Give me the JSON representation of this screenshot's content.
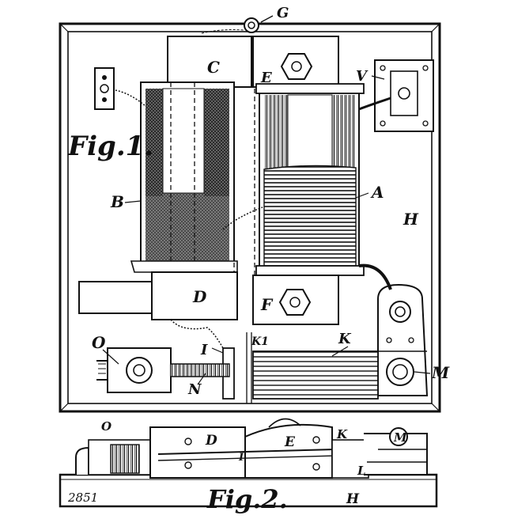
{
  "figure_labels": {
    "fig1": "Fig.1.",
    "fig2": "Fig.2.",
    "plate_number": "2851"
  },
  "part_labels": {
    "A": "A",
    "B": "B",
    "C": "C",
    "D": "D",
    "E": "E",
    "F": "F",
    "G": "G",
    "H": "H",
    "H2": "H",
    "I": "I",
    "K": "K",
    "K1": "K1",
    "M": "M",
    "N": "N",
    "O": "O",
    "V": "V",
    "fig2_O": "O",
    "fig2_D": "D",
    "fig2_E": "E",
    "fig2_K": "K",
    "fig2_M": "M",
    "fig2_L": "L",
    "fig2_I": "I",
    "fig2_H": "H"
  },
  "colors": {
    "ink": "#111111",
    "paper": "#ffffff"
  }
}
